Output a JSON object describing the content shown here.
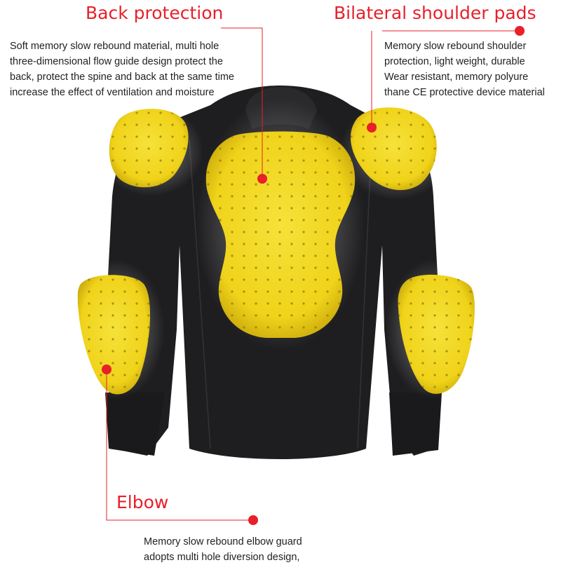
{
  "colors": {
    "accent": "#e8202a",
    "pad": "#f2dc1e",
    "jacket": "#1e1e20"
  },
  "back": {
    "title": "Back protection",
    "lines": [
      "Soft memory slow rebound material, multi hole",
      "three-dimensional flow guide design protect the",
      "back, protect the spine and back at the same time",
      "increase the effect of ventilation and moisture"
    ]
  },
  "shoulder": {
    "title": "Bilateral shoulder pads",
    "lines": [
      "Memory slow rebound shoulder",
      "protection, light weight, durable",
      "Wear resistant, memory polyure",
      "thane CE protective device material"
    ]
  },
  "elbow": {
    "title": "Elbow",
    "lines": [
      "Memory slow rebound elbow guard",
      "adopts multi hole diversion design,"
    ]
  }
}
